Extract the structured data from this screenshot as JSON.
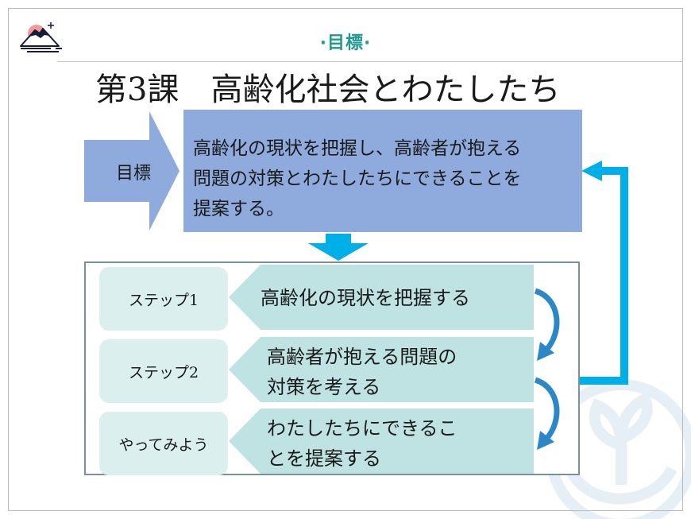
{
  "header": {
    "section_label": "·目標·",
    "title": "第3課　高齢化社会とわたしたち"
  },
  "goal": {
    "tag": "目標",
    "text_lines": [
      "高齢化の現状を把握し、高齢者が抱える",
      "問題の対策とわたしたちにできることを",
      "提案する。"
    ]
  },
  "steps": [
    {
      "label": "ステップ1",
      "text_lines": [
        "高齢化の現状を把握する"
      ]
    },
    {
      "label": "ステップ2",
      "text_lines": [
        "高齢者が抱える問題の",
        "対策を考える"
      ]
    },
    {
      "label": "やってみよう",
      "text_lines": [
        "わたしたちにできるこ",
        "とを提案する"
      ]
    }
  ],
  "colors": {
    "goal_fill": "#8faadc",
    "step_fill": "#bfe3e3",
    "pill_fill": "#dcefef",
    "arrow_blue": "#00aee8",
    "curve_arrow": "#2a88c9",
    "accent_text": "#1f9a8e"
  },
  "icons": {
    "logo": "mount-fuji-sunrise-icon",
    "watermark": "sprout-hands-icon"
  }
}
